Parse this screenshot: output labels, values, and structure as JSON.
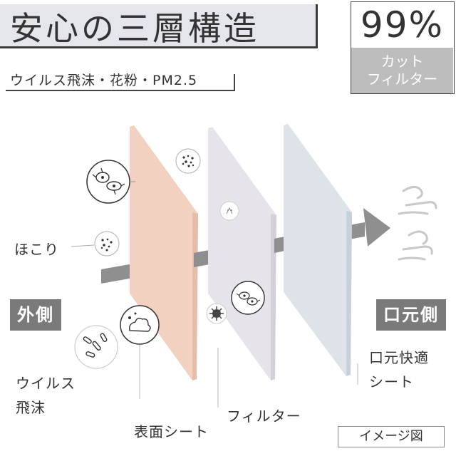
{
  "title": "安心の三層構造",
  "subtitle": "ウイルス飛沫・花粉・PM2.5",
  "badge": {
    "percent": "99%",
    "line1": "カット",
    "line2": "フィルター"
  },
  "labels": {
    "dust": "ほこり",
    "outside": "外側",
    "mouth_side": "口元側",
    "virus_line1": "ウイルス",
    "virus_line2": "飛沫",
    "surface_sheet": "表面シート",
    "filter": "フィルター",
    "comfort_line1": "口元快適",
    "comfort_line2": "シート",
    "image_note": "イメージ図"
  },
  "colors": {
    "layer_outer": "#f2d1c0",
    "layer_filter": "#e6e3ea",
    "layer_inner": "#dde3e8",
    "arrow": "#8f8f8f",
    "badge_fill": "#bdbdbd",
    "side_badge": "#7a7a7a"
  },
  "icons": [
    "bacteria-icon",
    "dust-particles-icon",
    "pollen-icon",
    "virus-icon",
    "droplet-icon",
    "microbe-icon",
    "wind-icon"
  ]
}
